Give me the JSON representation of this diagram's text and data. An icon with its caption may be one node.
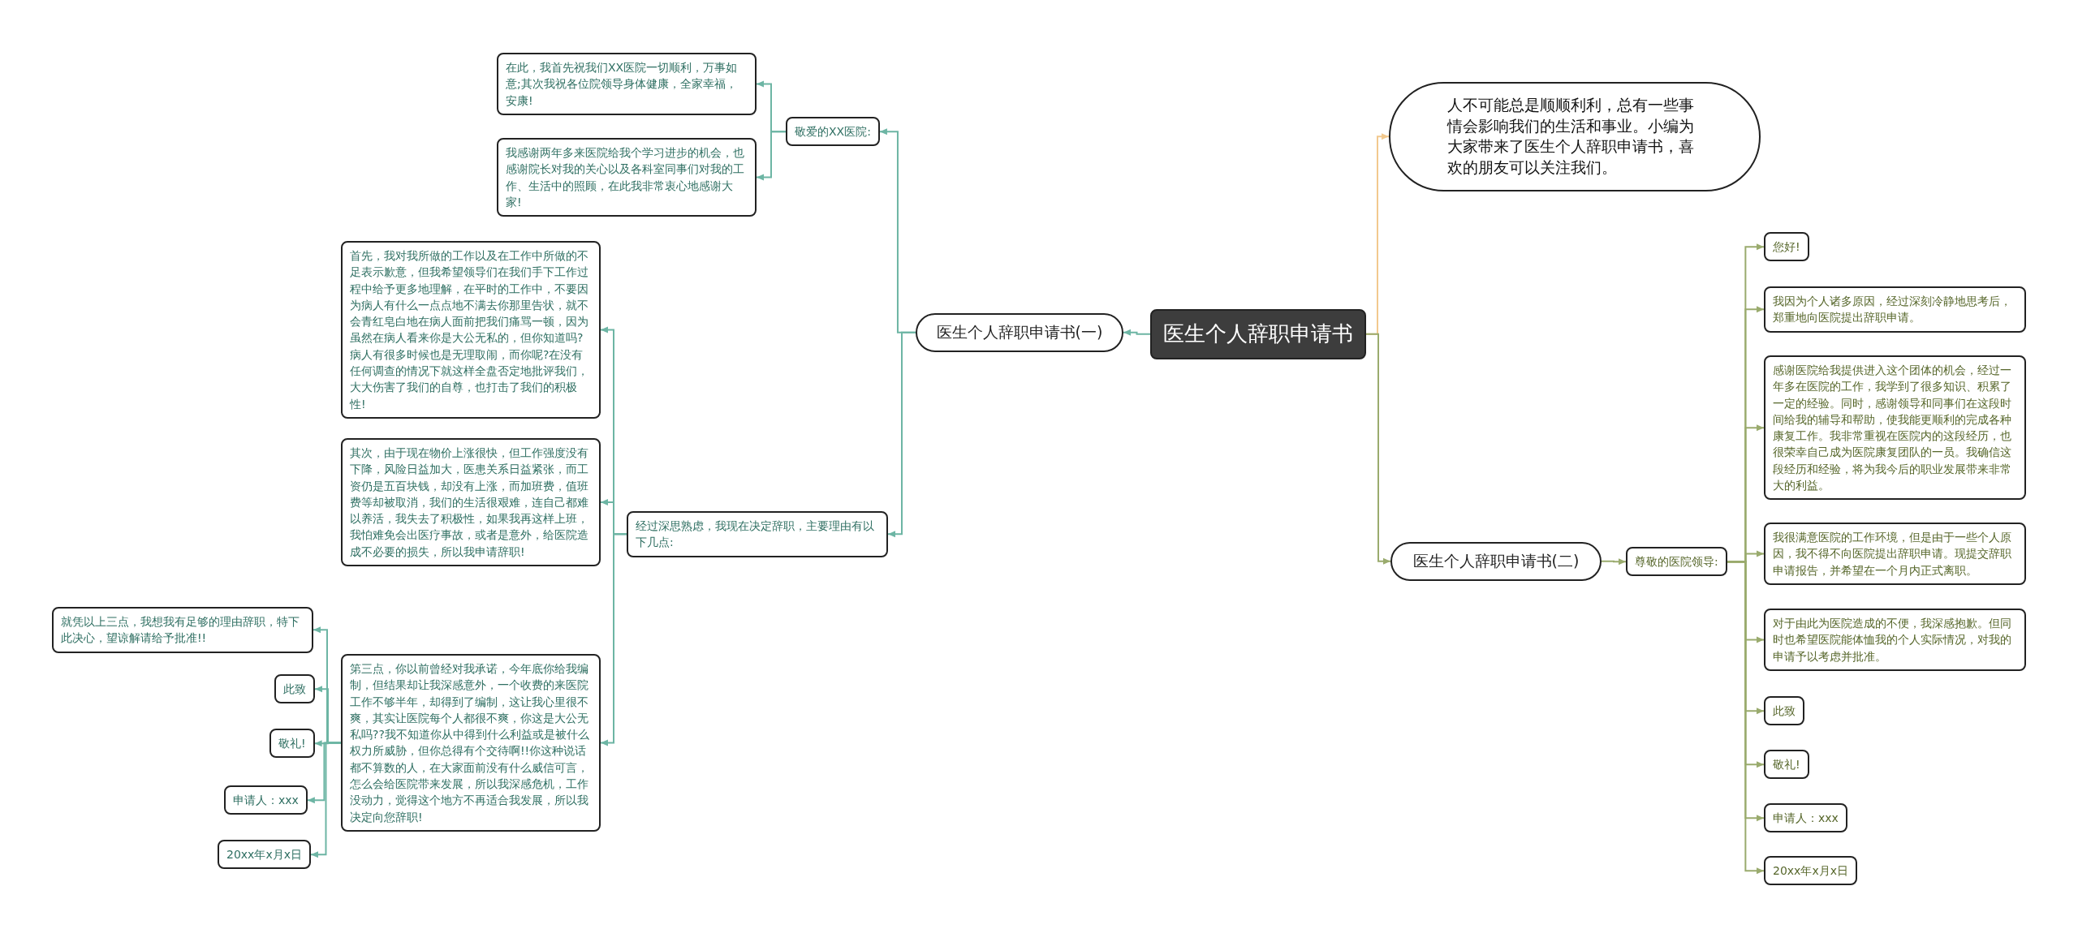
{
  "diagram": {
    "nodes": [
      {
        "text": [
          "医生个人辞职申请书"
        ]
      },
      {
        "text": [
          "人不可能总是顺顺利利，总有一些事情会影响我们的生活和事业。小编为大家带来了医生个人辞职申请书，喜欢的朋友可以关注我们。"
        ]
      },
      {
        "text": [
          "医生个人辞职申请书(一)"
        ]
      },
      {
        "text": [
          "敬爱的XX医院:"
        ]
      },
      {
        "text": [
          "在此，我首先祝我们XX医院一切顺利，万事如意;其次我祝各位院领导身体健康，全家幸福，安康!"
        ]
      },
      {
        "text": [
          "我感谢两年多来医院给我个学习进步的机会，也感谢院长对我的关心以及各科室同事们对我的工作、生活中的照顾，在此我非常衷心地感谢大家!"
        ]
      },
      {
        "text": [
          "经过深思熟虑，我现在决定辞职，主要理由有以下几点:"
        ]
      },
      {
        "text": [
          "首先，我对我所做的工作以及在工作中所做的不足表示歉意，但我希望领导们在我们手下工作过程中给予更多地理解，在平时的工作中，不要因为病人有什么一点点地不满去你那里告状，就不会青红皂白地在病人面前把我们痛骂一顿，因为虽然在病人看来你是大公无私的，但你知道吗?病人有很多时候也是无理取闹，而你呢?在没有任何调查的情况下就这样全盘否定地批评我们，大大伤害了我们的自尊，也打击了我们的积极性!"
        ]
      },
      {
        "text": [
          "其次，由于现在物价上涨很快，但工作强度没有下降，风险日益加大，医患关系日益紧张，而工资仍是五百块钱，却没有上涨，而加班费，值班费等却被取消，我们的生活很艰难，连自己都难以养活，我失去了积极性，如果我再这样上班，我怕难免会出医疗事故，或者是意外，给医院造成不必要的损失，所以我申请辞职!"
        ]
      },
      {
        "text": [
          "第三点，你以前曾经对我承诺，今年底你给我编制，但结果却让我深感意外，一个收费的来医院工作不够半年，却得到了编制，这让我心里很不爽，其实让医院每个人都很不爽，你这是大公无私吗??我不知道你从中得到什么利益或是被什么权力所威胁，但你总得有个交待啊!!你这种说话都不算数的人，在大家面前没有什么威信可言，怎么会给医院带来发展，所以我深感危机，工作没动力，觉得这个地方不再适合我发展，所以我决定向您辞职!"
        ]
      },
      {
        "text": [
          "就凭以上三点，我想我有足够的理由辞职，特下此决心，望谅解请给予批准!!"
        ]
      },
      {
        "text": [
          "此致"
        ]
      },
      {
        "text": [
          "敬礼!"
        ]
      },
      {
        "text": [
          "申请人：xxx"
        ]
      },
      {
        "text": [
          "20xx年x月x日"
        ]
      },
      {
        "text": [
          "医生个人辞职申请书(二)"
        ]
      },
      {
        "text": [
          "尊敬的医院领导:"
        ]
      },
      {
        "text": [
          "您好!"
        ]
      },
      {
        "text": [
          "我因为个人诸多原因，经过深刻冷静地思考后，郑重地向医院提出辞职申请。"
        ]
      },
      {
        "text": [
          "感谢医院给我提供进入这个团体的机会，经过一年多在医院的工作，我学到了很多知识、积累了一定的经验。同时，感谢领导和同事们在这段时间给我的辅导和帮助，使我能更顺利的完成各种康复工作。我非常重视在医院内的这段经历，也很荣幸自己成为医院康复团队的一员。我确信这段经历和经验，将为我今后的职业发展带来非常大的利益。"
        ]
      },
      {
        "text": [
          "我很满意医院的工作环境，但是由于一些个人原因，我不得不向医院提出辞职申请。现提交辞职申请报告，并希望在一个月内正式离职。"
        ]
      },
      {
        "text": [
          "对于由此为医院造成的不便，我深感抱歉。但同时也希望医院能体恤我的个人实际情况，对我的申请予以考虑并批准。"
        ]
      },
      {
        "text": [
          "此致"
        ]
      },
      {
        "text": [
          "敬礼!"
        ]
      },
      {
        "text": [
          "申请人：xxx"
        ]
      },
      {
        "text": [
          "20xx年x月x日"
        ]
      }
    ],
    "edges": [
      {
        "from": 0,
        "to": 1,
        "arrow": "to",
        "color": "#f2c98e"
      },
      {
        "from": 0,
        "to": 2,
        "arrow": "to"
      },
      {
        "from": 2,
        "to": 3,
        "arrow": "to"
      },
      {
        "from": 3,
        "to": 4,
        "arrow": "to"
      },
      {
        "from": 3,
        "to": 5,
        "arrow": "to"
      },
      {
        "from": 2,
        "to": 6,
        "arrow": "to"
      },
      {
        "from": 6,
        "to": 7,
        "arrow": "to"
      },
      {
        "from": 6,
        "to": 8,
        "arrow": "to"
      },
      {
        "from": 6,
        "to": 9,
        "arrow": "to"
      },
      {
        "from": 9,
        "to": 10,
        "arrow": "to"
      },
      {
        "from": 9,
        "to": 11,
        "arrow": "to"
      },
      {
        "from": 9,
        "to": 12,
        "arrow": "to"
      },
      {
        "from": 9,
        "to": 13,
        "arrow": "to"
      },
      {
        "from": 9,
        "to": 14,
        "arrow": "to"
      },
      {
        "from": 0,
        "to": 15,
        "arrow": "to",
        "color": "#9aab6e"
      },
      {
        "from": 15,
        "to": 16,
        "arrow": "to",
        "color": "#9aab6e"
      },
      {
        "from": 16,
        "to": 17,
        "arrow": "to",
        "color": "#9aab6e"
      },
      {
        "from": 16,
        "to": 18,
        "arrow": "to",
        "color": "#9aab6e"
      },
      {
        "from": 16,
        "to": 19,
        "arrow": "to",
        "color": "#9aab6e"
      },
      {
        "from": 16,
        "to": 20,
        "arrow": "to",
        "color": "#9aab6e"
      },
      {
        "from": 16,
        "to": 21,
        "arrow": "to",
        "color": "#9aab6e"
      },
      {
        "from": 16,
        "to": 22,
        "arrow": "to",
        "color": "#9aab6e"
      },
      {
        "from": 16,
        "to": 23,
        "arrow": "to",
        "color": "#9aab6e"
      },
      {
        "from": 16,
        "to": 24,
        "arrow": "to",
        "color": "#9aab6e"
      },
      {
        "from": 16,
        "to": 25,
        "arrow": "to",
        "color": "#9aab6e"
      }
    ]
  }
}
